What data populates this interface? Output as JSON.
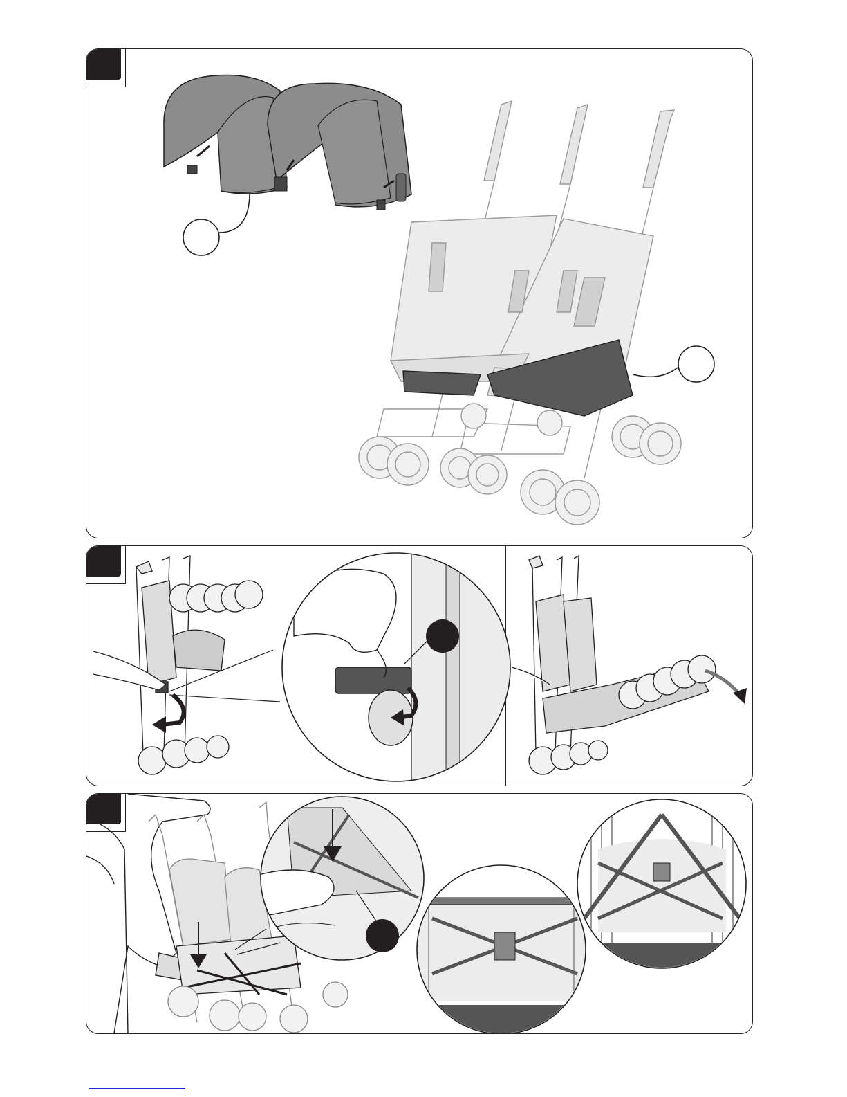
{
  "document": {
    "kind": "assembly instruction page",
    "panels": [
      {
        "id": "panel-1",
        "step_label": "",
        "callouts": [
          "",
          ""
        ]
      },
      {
        "id": "panel-2",
        "step_label": "",
        "callouts": [
          ""
        ]
      },
      {
        "id": "panel-3",
        "step_label": "",
        "callouts": [
          ""
        ]
      }
    ]
  },
  "colors": {
    "ink": "#231f20",
    "canopy": "#8c8c8c",
    "basket": "#555555",
    "frame_light": "#d9d9d9",
    "footer_rule": "#1b2fd3"
  },
  "icons": [
    "canopy-illustration",
    "twin-stroller-illustration",
    "fold-lever-icon",
    "rotate-arrow-icon",
    "foot-press-icon",
    "down-arrow-icon"
  ]
}
